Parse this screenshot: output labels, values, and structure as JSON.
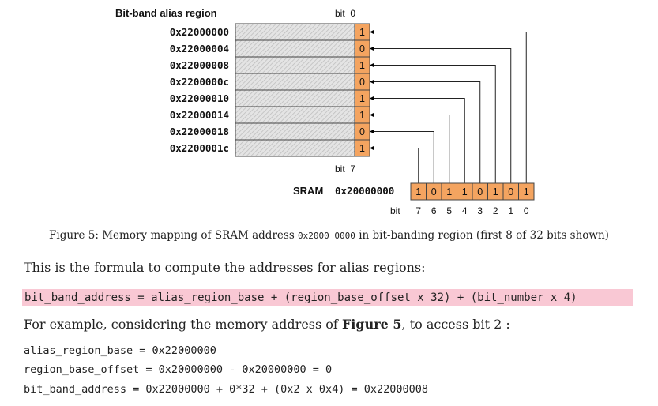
{
  "figure": {
    "alias_region_title": "Bit-band alias region",
    "bit0_label": "bit  0",
    "bit7_label": "bit  7",
    "alias_addresses": [
      "0x22000000",
      "0x22000004",
      "0x22000008",
      "0x2200000c",
      "0x22000010",
      "0x22000014",
      "0x22000018",
      "0x2200001c"
    ],
    "alias_bits": [
      "1",
      "0",
      "1",
      "0",
      "1",
      "1",
      "0",
      "1"
    ],
    "sram_label": "SRAM",
    "sram_address": "0x20000000",
    "sram_bits": [
      "1",
      "0",
      "1",
      "1",
      "0",
      "1",
      "0",
      "1"
    ],
    "sram_bit_axis_label": "bit",
    "sram_bit_numbers": [
      "7",
      "6",
      "5",
      "4",
      "3",
      "2",
      "1",
      "0"
    ],
    "colors": {
      "bit_fill": "#f4a460",
      "hatch": "#d6d6d6",
      "highlight": "#f9c8d4"
    }
  },
  "caption": {
    "prefix": "Figure 5: Memory mapping of SRAM address ",
    "code": "0x2000 0000",
    "suffix": " in bit-banding region (first 8 of 32 bits shown)"
  },
  "text": {
    "intro": "This is the formula to compute the addresses for alias regions:",
    "formula": "bit_band_address = alias_region_base + (region_base_offset x 32) + (bit_number x 4)",
    "example_prefix": "For example, considering the memory address of ",
    "example_ref": "Figure 5",
    "example_suffix": ", to access bit 2 :",
    "code_lines": [
      "alias_region_base = 0x22000000",
      "region_base_offset = 0x20000000 - 0x20000000 = 0",
      "bit_band_address = 0x22000000 + 0*32 + (0x2 x 0x4) = 0x22000008"
    ]
  }
}
